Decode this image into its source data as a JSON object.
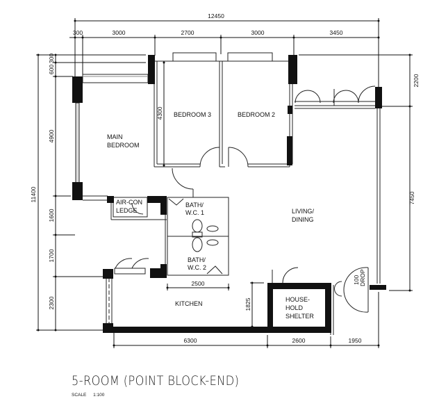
{
  "title": "5-ROOM (POINT BLOCK-END)",
  "scale": {
    "label": "SCALE",
    "value": "1:100"
  },
  "rooms": {
    "main_bedroom": [
      "MAIN",
      "BEDROOM"
    ],
    "bedroom3": "BEDROOM 3",
    "bedroom2": "BEDROOM 2",
    "aircon": [
      "AIR-CON",
      "LEDGE"
    ],
    "bath1": [
      "BATH/",
      "W.C. 1"
    ],
    "bath2": [
      "BATH/",
      "W.C. 2"
    ],
    "living": [
      "LIVING/",
      "DINING"
    ],
    "kitchen": "KITCHEN",
    "shelter": [
      "HOUSE-",
      "HOLD",
      "SHELTER"
    ],
    "drop": [
      "100",
      "DROP"
    ]
  },
  "dimensions": {
    "top_total": "12450",
    "top": [
      "300",
      "3000",
      "2700",
      "3000",
      "3450"
    ],
    "left_total": "11400",
    "left": [
      "600",
      "300",
      "4900",
      "1600",
      "1700",
      "2300"
    ],
    "right": [
      "2200",
      "7450"
    ],
    "inner_bed3": "4300",
    "bath_width": "2500",
    "kitchen_height": "1825",
    "bottom": [
      "6300",
      "2600",
      "1950"
    ]
  }
}
